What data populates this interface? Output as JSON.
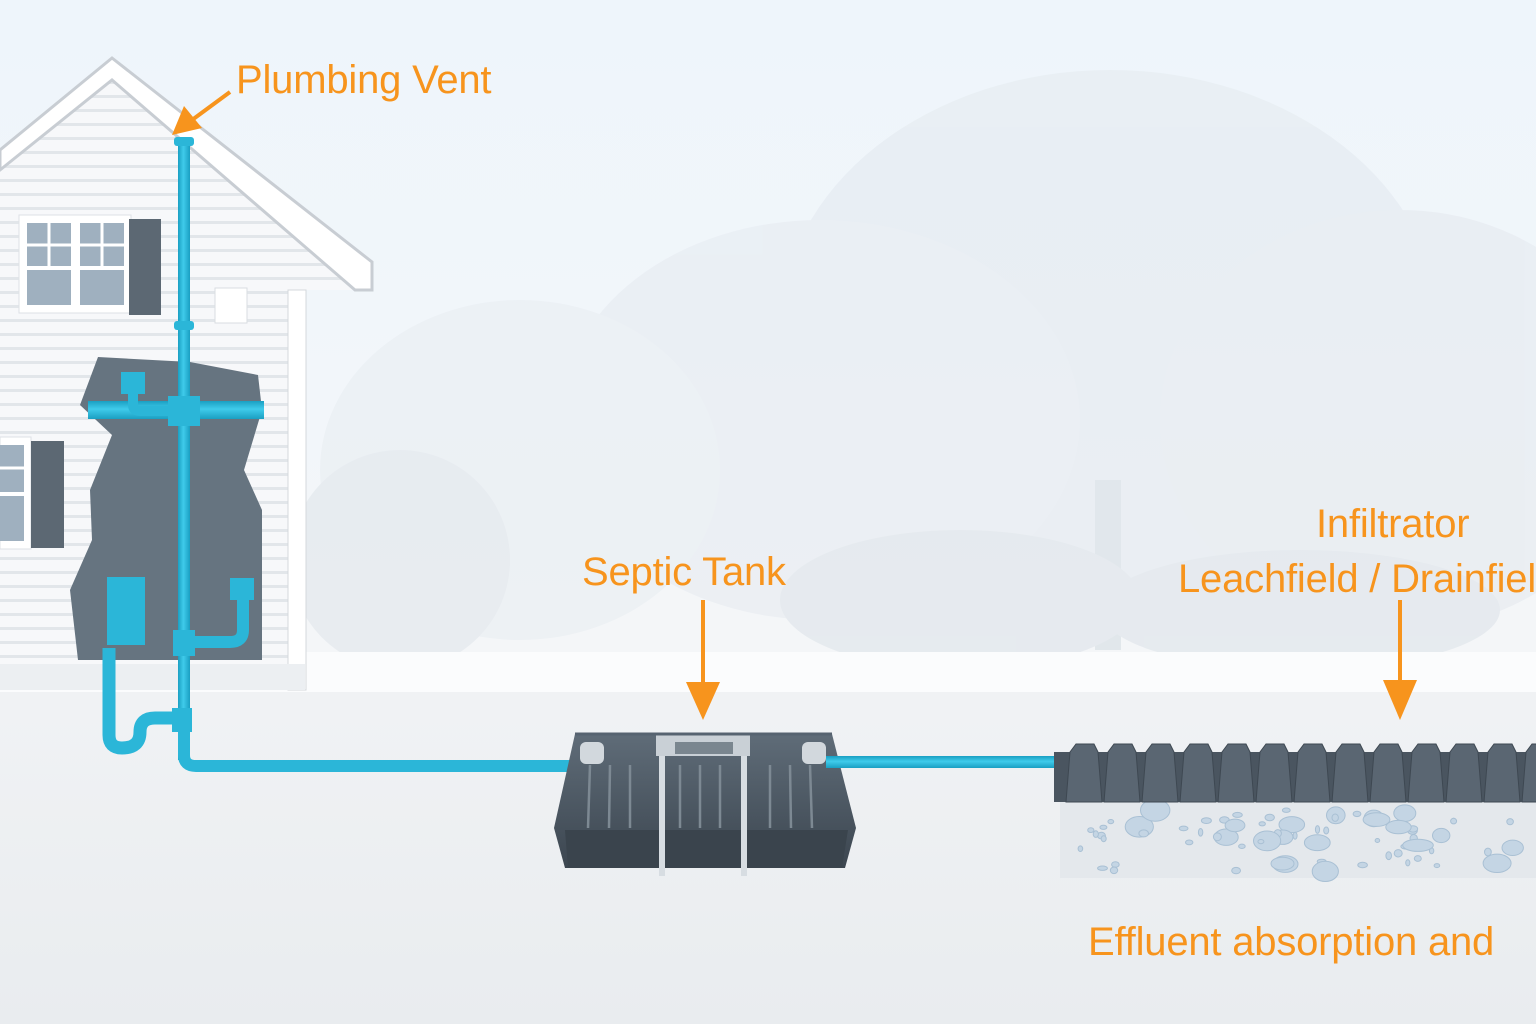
{
  "diagram": {
    "title": "Septic System Diagram",
    "accent_color": "#f7941d",
    "pipe_color": "#2bb6d8",
    "tank_color": "#4d5a66",
    "labels": {
      "plumbing_vent": "Plumbing Vent",
      "septic_tank": "Septic Tank",
      "infiltrator": "Infiltrator",
      "leachfield": "Leachfield / Drainfield",
      "effluent": "Effluent absorption and"
    },
    "components": [
      {
        "id": "house",
        "name": "House with cutaway wall"
      },
      {
        "id": "vent-stack",
        "name": "Plumbing vent stack"
      },
      {
        "id": "drain-line",
        "name": "Main drain line"
      },
      {
        "id": "septic-tank",
        "name": "Septic tank"
      },
      {
        "id": "outlet-line",
        "name": "Outlet line to leachfield"
      },
      {
        "id": "infiltrator-chambers",
        "name": "Infiltrator chambers"
      },
      {
        "id": "gravel-bed",
        "name": "Gravel / soil absorption bed"
      }
    ]
  }
}
